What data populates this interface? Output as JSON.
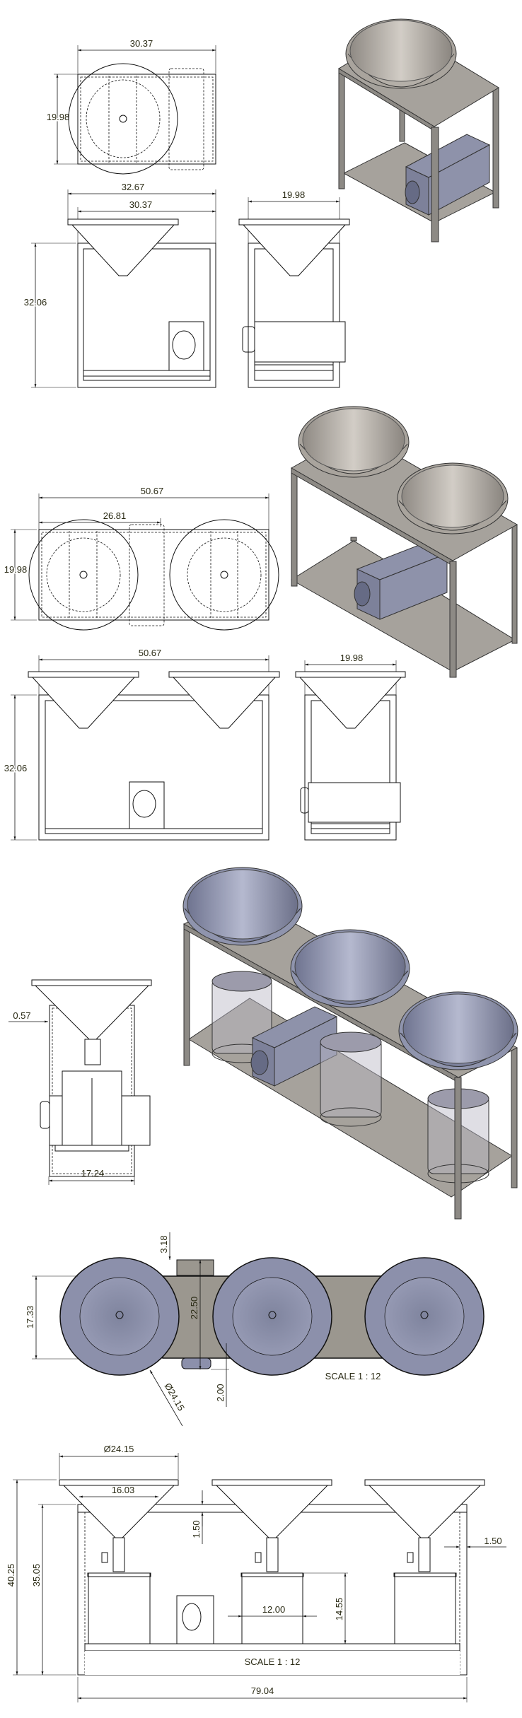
{
  "sheet1": {
    "top_view": {
      "width": "30.37",
      "depth": "19.98"
    },
    "front_view": {
      "overall_width": "32.67",
      "frame_width": "30.37",
      "height": "32.06"
    },
    "side_view": {
      "depth": "19.98"
    }
  },
  "sheet2": {
    "top_view": {
      "width": "50.67",
      "offset": "26.81",
      "depth": "19.98"
    },
    "front_view": {
      "width": "50.67",
      "height": "32.06"
    },
    "side_view": {
      "depth": "19.98"
    }
  },
  "sheet3": {
    "side_view": {
      "hopper_offset": "0.57",
      "width": "17.24"
    },
    "top_view": {
      "connector_offset": "3.18",
      "frame_depth": "22.50",
      "shelf_depth": "17.33",
      "hopper_diameter": "Ø24.15",
      "bottom_offset": "2.00",
      "scale": "SCALE 1 : 12"
    },
    "front_view": {
      "hopper_diameter": "Ø24.15",
      "hopper_inner": "16.03",
      "top_bar": "1.50",
      "leg_width": "1.50",
      "overall_height": "40.25",
      "frame_height": "35.05",
      "bucket_diameter": "12.00",
      "bucket_height": "14.55",
      "overall_width": "79.04",
      "scale": "SCALE 1 : 12"
    }
  },
  "colors": {
    "steel": "#a6a29c",
    "bowl_blue": "#8f94ad",
    "motor": "#8e92aa"
  }
}
